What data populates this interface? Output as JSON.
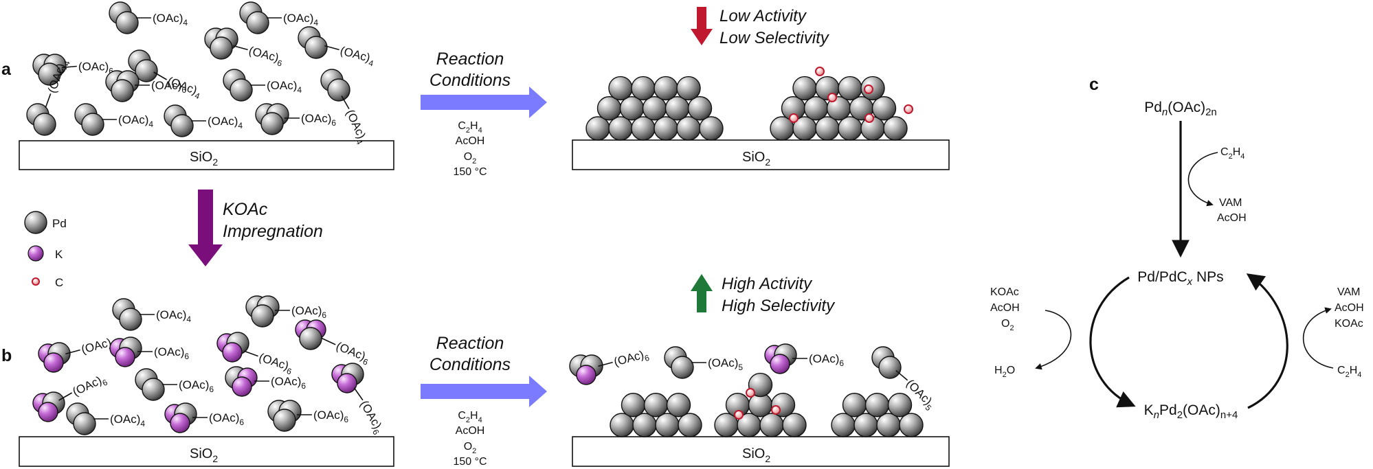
{
  "panels": {
    "a": "a",
    "b": "b",
    "c": "c"
  },
  "support": "SiO",
  "support_sub": "2",
  "ligands": {
    "oac": "(OAc)",
    "n4": "4",
    "n5": "5",
    "n6": "6"
  },
  "legend": {
    "pd": "Pd",
    "k": "K",
    "c": "C"
  },
  "step_koac": {
    "line1": "KOAc",
    "line2": "Impregnation"
  },
  "reaction": {
    "line1": "Reaction",
    "line2": "Conditions"
  },
  "conditions": {
    "c2h4_a": "C",
    "c2h4_b": "2",
    "c2h4_c": "H",
    "c2h4_d": "4",
    "acoh": "AcOH",
    "o2_a": "O",
    "o2_b": "2",
    "temp": "150 °C"
  },
  "outcome_low": {
    "line1": "Low Activity",
    "line2": "Low Selectivity"
  },
  "outcome_high": {
    "line1": "High Activity",
    "line2": "High Selectivity"
  },
  "cycle": {
    "top_a": "Pd",
    "top_n": "n",
    "top_b": "(OAc)",
    "top_2n": "2n",
    "c2h4_in_a": "C",
    "c2h4_in_b": "2",
    "c2h4_in_c": "H",
    "c2h4_in_d": "4",
    "vam": "VAM",
    "acoh": "AcOH",
    "np_a": "Pd/PdC",
    "np_x": "x",
    "np_b": " NPs",
    "left_koac": "KOAc",
    "left_acoh": "AcOH",
    "left_o2_a": "O",
    "left_o2_b": "2",
    "left_h2o_a": "H",
    "left_h2o_b": "2",
    "left_h2o_c": "O",
    "right_vam": "VAM",
    "right_acoh": "AcOH",
    "right_koac": "KOAc",
    "right_c2h4_a": "C",
    "right_c2h4_b": "2",
    "right_c2h4_c": "H",
    "right_c2h4_d": "4",
    "bottom_a": "K",
    "bottom_n": "n",
    "bottom_b": "Pd",
    "bottom_2": "2",
    "bottom_c": "(OAc)",
    "bottom_np4": "n+4"
  },
  "colors": {
    "pd": "#8c8c8c",
    "k": "#b04fc0",
    "c": "#c0182e",
    "reaction_arrow": "#7b7bff",
    "koac_arrow": "#7a0e7a",
    "low_arrow": "#c0182e",
    "high_arrow": "#1f7a3a"
  }
}
